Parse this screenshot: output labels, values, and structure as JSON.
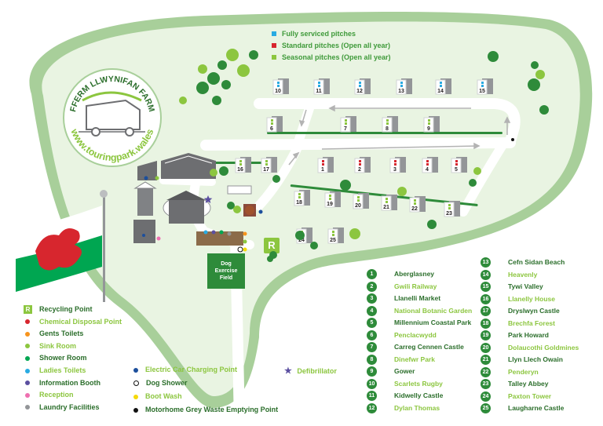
{
  "map": {
    "logo": {
      "name": "FFERM LLWYNIFAN FARM",
      "url": "www.touringpark.wales"
    },
    "dog_field_label": [
      "Dog",
      "Exercise",
      "Field"
    ],
    "recycling_mark": "R",
    "pitch_numbers": [
      "10",
      "11",
      "12",
      "13",
      "14",
      "15",
      "6",
      "7",
      "8",
      "9",
      "16",
      "17",
      "1",
      "2",
      "3",
      "4",
      "5",
      "18",
      "19",
      "20",
      "21",
      "22",
      "23",
      "24",
      "25"
    ]
  },
  "pitch_key": [
    {
      "label": "Fully serviced pitches",
      "color": "#29abe2"
    },
    {
      "label": "Standard pitches (Open all year)",
      "color": "#d7262e"
    },
    {
      "label": "Seasonal pitches (Open all year)",
      "color": "#8cc63f"
    }
  ],
  "facility_legend_col1": [
    {
      "label": "Recycling Point",
      "icon": "recycling-icon",
      "color": "#8cc63f"
    },
    {
      "label": "Chemical Disposal Point",
      "color": "#d7262e"
    },
    {
      "label": "Gents Toilets",
      "color": "#f7941d"
    },
    {
      "label": "Sink Room",
      "color": "#8cc63f"
    },
    {
      "label": "Shower Room",
      "color": "#00a651"
    },
    {
      "label": "Ladies Toilets",
      "color": "#29abe2"
    },
    {
      "label": "Information Booth",
      "color": "#5b4fa0"
    },
    {
      "label": "Reception",
      "color": "#ee6fb0"
    },
    {
      "label": "Laundry Facilities",
      "color": "#939598"
    }
  ],
  "facility_legend_col2": [
    {
      "label": "Electric Car Charging  Point",
      "color": "#1c4f9c"
    },
    {
      "label": "Dog Shower",
      "color": "#ffffff"
    },
    {
      "label": "Boot Wash",
      "color": "#f5d90a"
    },
    {
      "label": "Motorhome Grey Waste Emptying Point",
      "color": "#111111"
    }
  ],
  "defibrillator": {
    "label": "Defibrillator",
    "icon": "star-icon",
    "color": "#5b4fa0"
  },
  "attractions": [
    {
      "n": "1",
      "name": "Aberglasney"
    },
    {
      "n": "2",
      "name": "Gwili Railway"
    },
    {
      "n": "3",
      "name": "Llanelli Market"
    },
    {
      "n": "4",
      "name": "National Botanic Garden"
    },
    {
      "n": "5",
      "name": "Millennium Coastal Park"
    },
    {
      "n": "6",
      "name": "Penclacwydd"
    },
    {
      "n": "7",
      "name": "Carreg Cennen Castle"
    },
    {
      "n": "8",
      "name": "Dinefwr Park"
    },
    {
      "n": "9",
      "name": "Gower"
    },
    {
      "n": "10",
      "name": "Scarlets Rugby"
    },
    {
      "n": "11",
      "name": "Kidwelly Castle"
    },
    {
      "n": "12",
      "name": "Dylan Thomas"
    },
    {
      "n": "13",
      "name": "Cefn Sidan Beach"
    },
    {
      "n": "14",
      "name": "Heavenly"
    },
    {
      "n": "15",
      "name": "Tywi Valley"
    },
    {
      "n": "16",
      "name": "Llanelly House"
    },
    {
      "n": "17",
      "name": "Dryslwyn Castle"
    },
    {
      "n": "18",
      "name": "Brechfa Forest"
    },
    {
      "n": "19",
      "name": "Park Howard"
    },
    {
      "n": "20",
      "name": "Dolaucothi Goldmines"
    },
    {
      "n": "21",
      "name": "Llyn Llech Owain"
    },
    {
      "n": "22",
      "name": "Penderyn"
    },
    {
      "n": "23",
      "name": "Talley Abbey"
    },
    {
      "n": "24",
      "name": "Paxton Tower"
    },
    {
      "n": "25",
      "name": "Laugharne Castle"
    }
  ],
  "colors": {
    "field": "#e9f4e2",
    "border": "#a8cf9a",
    "road": "#ffffff",
    "dark_green": "#2b6e2b",
    "light_green": "#8cc63f"
  }
}
